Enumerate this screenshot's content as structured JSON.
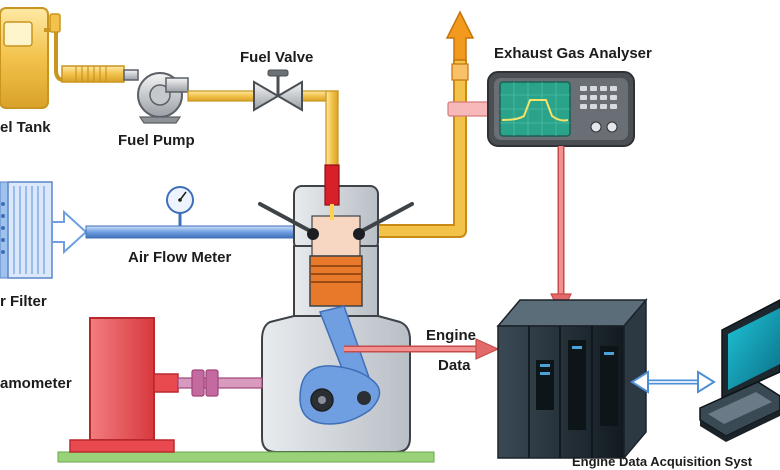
{
  "labels": {
    "fuel_tank": "el Tank",
    "fuel_pump": "Fuel Pump",
    "fuel_valve": "Fuel Valve",
    "exhaust_gas_analyser": "Exhaust Gas Analyser",
    "air_flow_meter": "Air Flow Meter",
    "air_filter": "r Filter",
    "dynamometer": "amometer",
    "engine_data_line1": "Engine",
    "engine_data_line2": "Data",
    "engine_data_acquisition": "Engine Data Acquisition Syst"
  },
  "colors": {
    "fuel_yellow": "#f2c24a",
    "exhaust_orange": "#f29a1e",
    "air_blue": "#6f9fe0",
    "engine_grey": "#c9ced4",
    "engine_outline": "#3e4348",
    "cylinder_orange": "#e8782a",
    "injector_red": "#d8202a",
    "dyno_red": "#e94a4f",
    "data_link_red": "#e26a6a",
    "shaft_pink": "#c46aa0",
    "base_green": "#9ad27a",
    "server_dark": "#1e2a33",
    "screen_teal": "#12a1b5",
    "link_blue": "#4e8fd6"
  },
  "icons": {
    "fuel_tank": "fuel-tank-icon",
    "fuel_pump": "pump-icon",
    "fuel_valve": "valve-icon",
    "analyser": "oscilloscope-icon",
    "air_filter": "air-filter-icon",
    "air_flow_meter": "gauge-icon",
    "server": "server-rack-icon",
    "computer": "desktop-computer-icon",
    "exhaust_outlet": "arrow-up-icon"
  }
}
